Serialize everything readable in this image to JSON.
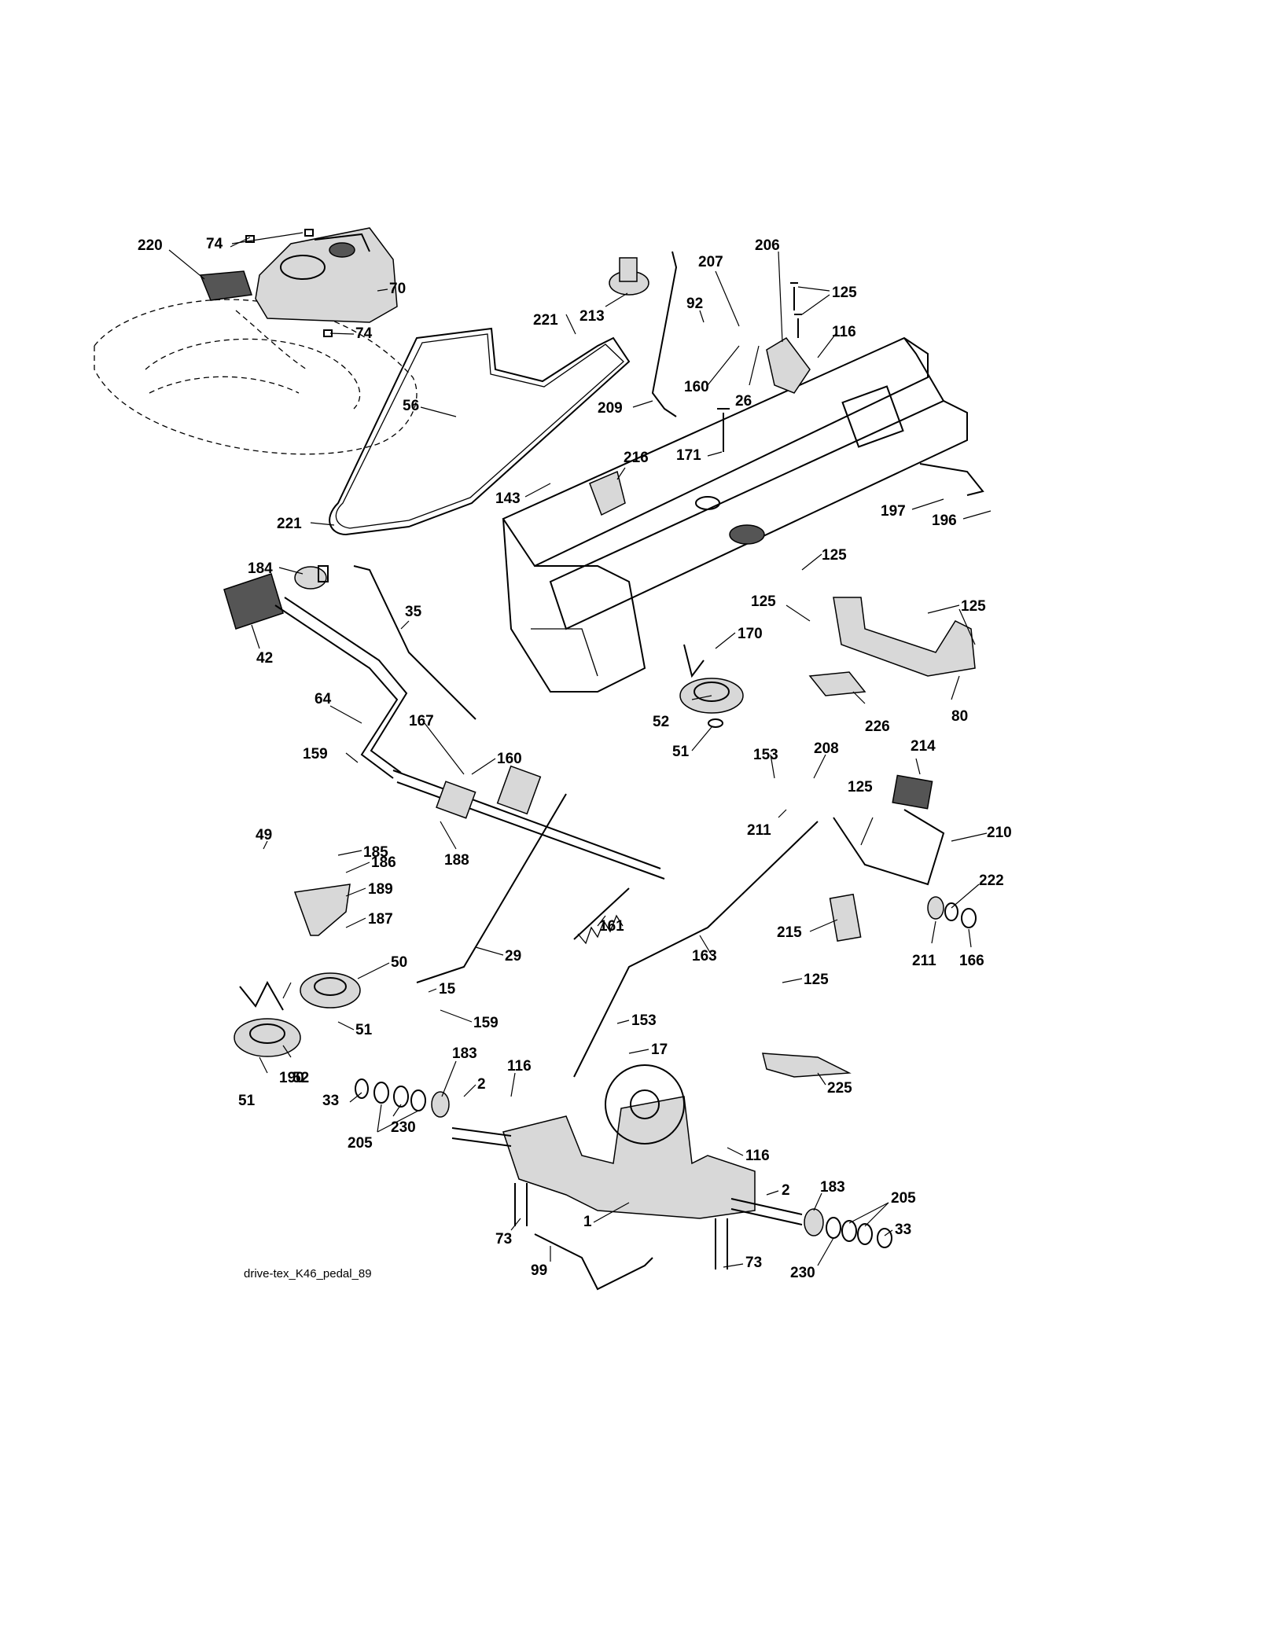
{
  "caption": "drive-tex_K46_pedal_89",
  "callouts": [
    {
      "id": "c220a",
      "text": "220"
    },
    {
      "id": "c74a",
      "text": "74"
    },
    {
      "id": "c70",
      "text": "70"
    },
    {
      "id": "c74b",
      "text": "74"
    },
    {
      "id": "c56",
      "text": "56"
    },
    {
      "id": "c221a",
      "text": "221"
    },
    {
      "id": "c213",
      "text": "213"
    },
    {
      "id": "c209",
      "text": "209"
    },
    {
      "id": "c207",
      "text": "207"
    },
    {
      "id": "c92",
      "text": "92"
    },
    {
      "id": "c206",
      "text": "206"
    },
    {
      "id": "c125a",
      "text": "125"
    },
    {
      "id": "c116a",
      "text": "116"
    },
    {
      "id": "c160a",
      "text": "160"
    },
    {
      "id": "c26",
      "text": "26"
    },
    {
      "id": "c171",
      "text": "171"
    },
    {
      "id": "c216",
      "text": "216"
    },
    {
      "id": "c143",
      "text": "143"
    },
    {
      "id": "c197",
      "text": "197"
    },
    {
      "id": "c196",
      "text": "196"
    },
    {
      "id": "c221b",
      "text": "221"
    },
    {
      "id": "c184",
      "text": "184"
    },
    {
      "id": "c35",
      "text": "35"
    },
    {
      "id": "c42",
      "text": "42"
    },
    {
      "id": "c64",
      "text": "64"
    },
    {
      "id": "c125b",
      "text": "125"
    },
    {
      "id": "c125c",
      "text": "125"
    },
    {
      "id": "c125d",
      "text": "125"
    },
    {
      "id": "c170",
      "text": "170"
    },
    {
      "id": "c52a",
      "text": "52"
    },
    {
      "id": "c51a",
      "text": "51"
    },
    {
      "id": "c226",
      "text": "226"
    },
    {
      "id": "c80",
      "text": "80"
    },
    {
      "id": "c167",
      "text": "167"
    },
    {
      "id": "c159a",
      "text": "159"
    },
    {
      "id": "c160b",
      "text": "160"
    },
    {
      "id": "c153a",
      "text": "153"
    },
    {
      "id": "c208",
      "text": "208"
    },
    {
      "id": "c214",
      "text": "214"
    },
    {
      "id": "c125e",
      "text": "125"
    },
    {
      "id": "c210",
      "text": "210"
    },
    {
      "id": "c49",
      "text": "49"
    },
    {
      "id": "c185",
      "text": "185"
    },
    {
      "id": "c186",
      "text": "186"
    },
    {
      "id": "c188",
      "text": "188"
    },
    {
      "id": "c211a",
      "text": "211"
    },
    {
      "id": "c189",
      "text": "189"
    },
    {
      "id": "c222",
      "text": "222"
    },
    {
      "id": "c187",
      "text": "187"
    },
    {
      "id": "c161",
      "text": "161"
    },
    {
      "id": "c215",
      "text": "215"
    },
    {
      "id": "c211b",
      "text": "211"
    },
    {
      "id": "c166",
      "text": "166"
    },
    {
      "id": "c50",
      "text": "50"
    },
    {
      "id": "c29",
      "text": "29"
    },
    {
      "id": "c163",
      "text": "163"
    },
    {
      "id": "c15",
      "text": "15"
    },
    {
      "id": "c125f",
      "text": "125"
    },
    {
      "id": "c159b",
      "text": "159"
    },
    {
      "id": "c153b",
      "text": "153"
    },
    {
      "id": "c190",
      "text": "190"
    },
    {
      "id": "c51b",
      "text": "51"
    },
    {
      "id": "c17",
      "text": "17"
    },
    {
      "id": "c52b",
      "text": "52"
    },
    {
      "id": "c225",
      "text": "225"
    },
    {
      "id": "c183a",
      "text": "183"
    },
    {
      "id": "c116b",
      "text": "116"
    },
    {
      "id": "c2a",
      "text": "2"
    },
    {
      "id": "c51c",
      "text": "51"
    },
    {
      "id": "c33a",
      "text": "33"
    },
    {
      "id": "c230a",
      "text": "230"
    },
    {
      "id": "c205a",
      "text": "205"
    },
    {
      "id": "c116c",
      "text": "116"
    },
    {
      "id": "c2b",
      "text": "2"
    },
    {
      "id": "c183b",
      "text": "183"
    },
    {
      "id": "c205b",
      "text": "205"
    },
    {
      "id": "c1",
      "text": "1"
    },
    {
      "id": "c73a",
      "text": "73"
    },
    {
      "id": "c33b",
      "text": "33"
    },
    {
      "id": "c99",
      "text": "99"
    },
    {
      "id": "c73b",
      "text": "73"
    },
    {
      "id": "c230b",
      "text": "230"
    }
  ]
}
